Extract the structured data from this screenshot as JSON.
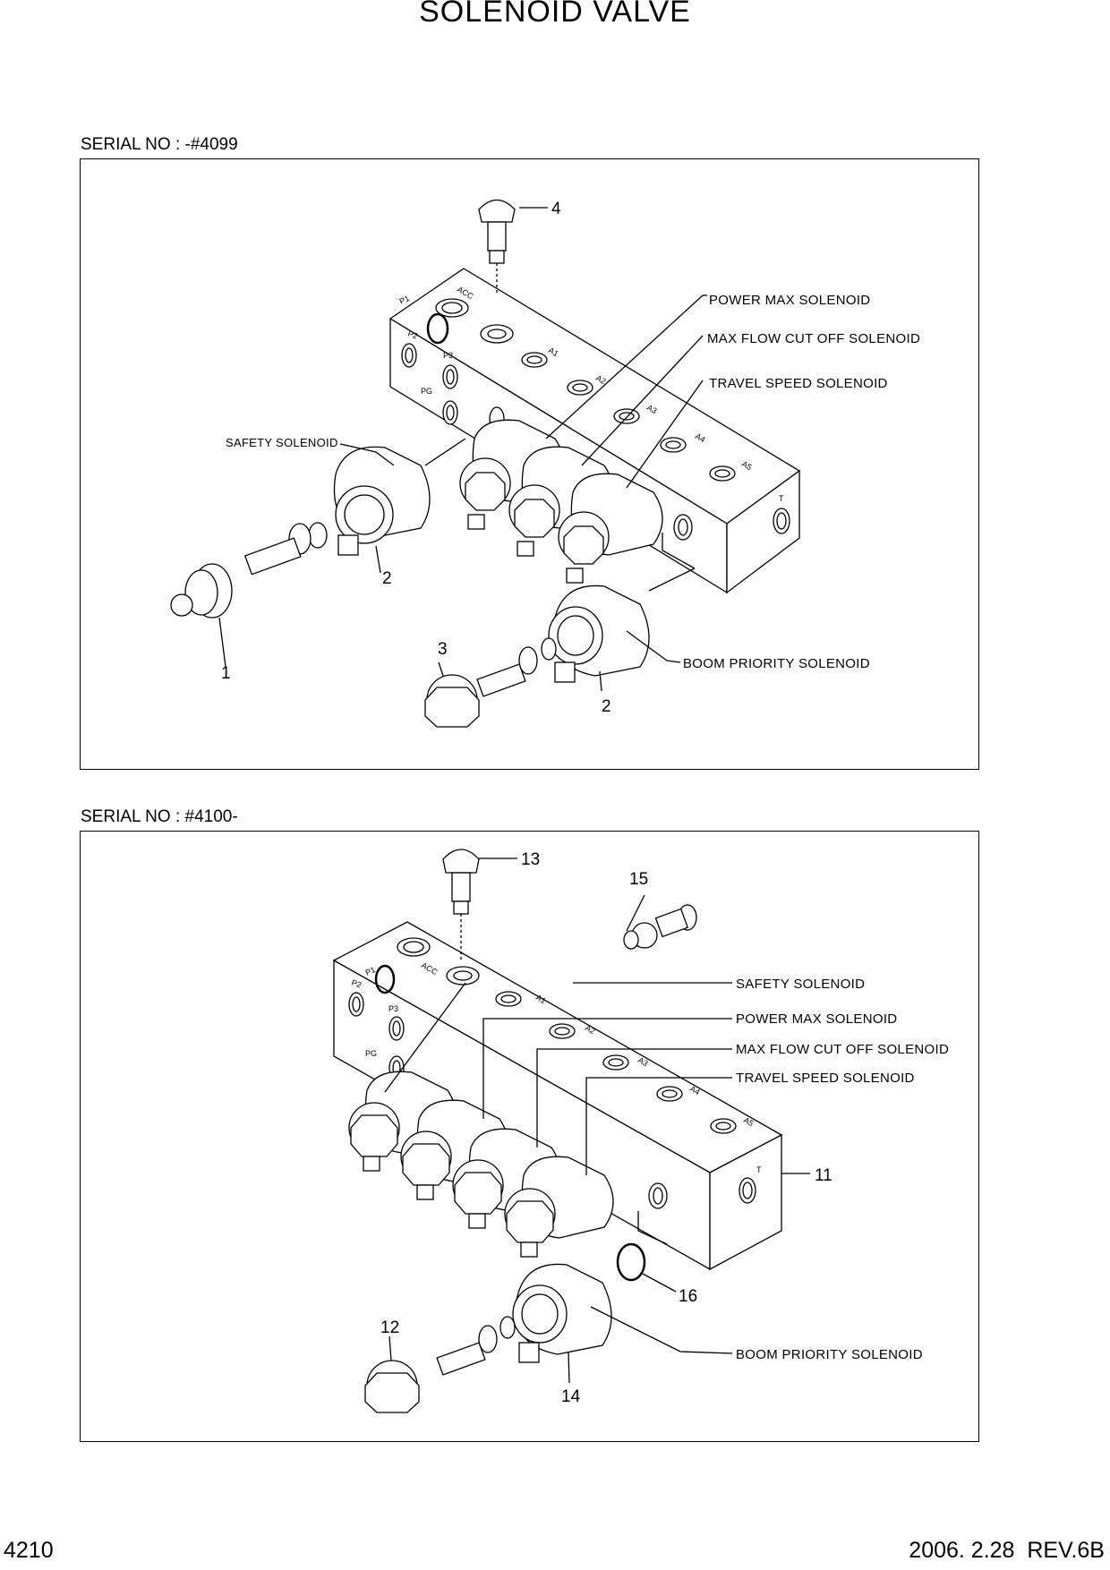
{
  "page": {
    "title": "SOLENOID VALVE",
    "page_number": "4210",
    "revision": "2006. 2.28  REV.6B"
  },
  "diagram_top": {
    "serial": "SERIAL NO : -#4099",
    "labels": {
      "power_max": "POWER MAX SOLENOID",
      "max_flow": "MAX FLOW CUT OFF SOLENOID",
      "travel_speed": "TRAVEL SPEED SOLENOID",
      "safety": "SAFETY SOLENOID",
      "boom_priority": "BOOM PRIORITY SOLENOID"
    },
    "ports": {
      "p1": "P1",
      "acc": "ACC",
      "p2": "P2",
      "p3": "P3",
      "pg": "PG",
      "a1": "A1",
      "a2": "A2",
      "a3": "A3",
      "a4": "A4",
      "a5": "A5",
      "t": "T"
    },
    "parts": {
      "p1": "1",
      "p2a": "2",
      "p2b": "2",
      "p3": "3",
      "p4": "4"
    }
  },
  "diagram_bottom": {
    "serial": "SERIAL NO : #4100-",
    "labels": {
      "safety": "SAFETY SOLENOID",
      "power_max": "POWER MAX SOLENOID",
      "max_flow": "MAX FLOW CUT OFF SOLENOID",
      "travel_speed": "TRAVEL SPEED SOLENOID",
      "boom_priority": "BOOM PRIORITY SOLENOID"
    },
    "ports": {
      "p1": "P1",
      "acc": "ACC",
      "p2": "P2",
      "p3": "P3",
      "pg": "PG",
      "a1": "A1",
      "a2": "A2",
      "a3": "A3",
      "a4": "A4",
      "a5": "A5",
      "t": "T"
    },
    "parts": {
      "p11": "11",
      "p12": "12",
      "p13": "13",
      "p14": "14",
      "p15": "15",
      "p16": "16"
    }
  }
}
